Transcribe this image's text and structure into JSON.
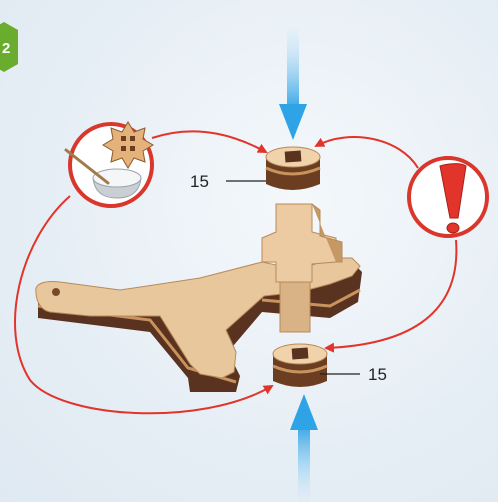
{
  "step_number": "2",
  "callouts": {
    "top_part_label": "15",
    "bottom_part_label": "15"
  },
  "icons": {
    "glue_icon": "glue-bowl-with-gear",
    "warning_icon": "exclamation-mark"
  },
  "colors": {
    "step_badge": "#6aac2e",
    "arrow_blue": "#2ea3e6",
    "connector_red": "#e2342a",
    "wood_light": "#e8c79d",
    "wood_dark": "#5a3220"
  }
}
